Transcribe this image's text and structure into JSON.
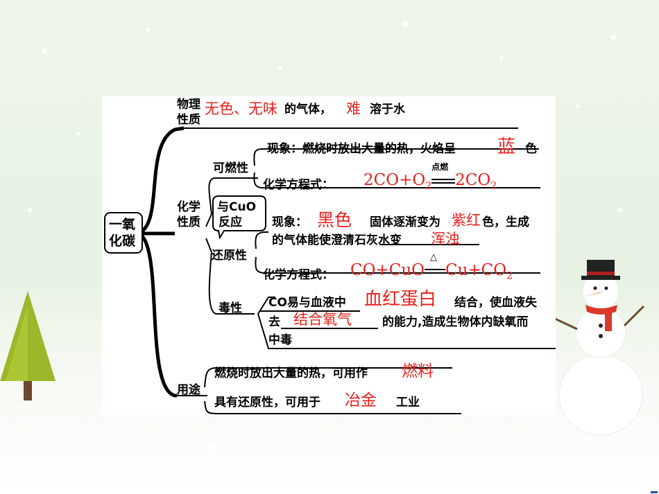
{
  "colors": {
    "answer": "#e8201b",
    "line": "#000000",
    "background": "#eaf4e6"
  },
  "root": {
    "line1": "一氧",
    "line2": "化碳"
  },
  "physical": {
    "label1": "物理",
    "label2": "性质",
    "answer1": "无色、无味",
    "text1": "的气体，",
    "answer2": "难",
    "text2": "溶于水"
  },
  "chemical": {
    "label1": "化学",
    "label2": "性质",
    "combustibility": {
      "label": "可燃性",
      "phenomenon_prefix": "现象：燃烧时放出大量的热，火焰呈",
      "phenomenon_answer": "蓝",
      "phenomenon_suffix": "色",
      "equation_label": "化学方程式：",
      "eq_left": "2CO+O",
      "eq_left_sub": "2",
      "eq_condition": "点燃",
      "eq_right": "2CO",
      "eq_right_sub": "2"
    },
    "callout": {
      "line1": "与CuO",
      "line2": "反应"
    },
    "reducibility": {
      "label": "还原性",
      "phenomenon_prefix": "现象：",
      "answer1": "黑色",
      "text1": "固体逐渐变为",
      "answer2": "紫红",
      "text2": "色，生成",
      "text3": "的气体能使澄清石灰水变",
      "answer3": "浑浊",
      "equation_label": "化学方程式：",
      "eq_left": "CO+CuO",
      "eq_condition": "△",
      "eq_right": "Cu+CO",
      "eq_right_sub": "2"
    },
    "toxicity": {
      "label": "毒性",
      "text1": "CO易与血液中",
      "answer1": "血红蛋白",
      "text2": "结合，使血液失",
      "text3": "去",
      "answer2": "结合氧气",
      "text4": "的能力,造成生物体内缺氧而",
      "text5": "中毒"
    }
  },
  "uses": {
    "label": "用途",
    "text1": "燃烧时放出大量的热，可用作",
    "answer1": "燃料",
    "text2": "具有还原性，可用于",
    "answer2": "冶金",
    "text3": "工业"
  }
}
